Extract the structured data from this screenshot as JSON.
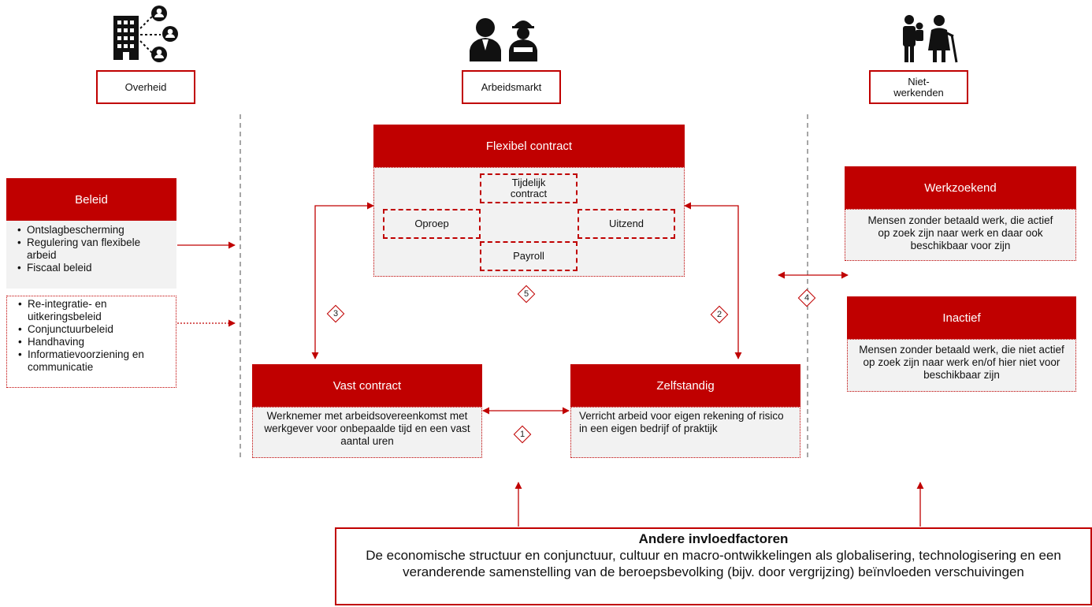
{
  "columns": {
    "overheid": "Overheid",
    "arbeidsmarkt": "Arbeidsmarkt",
    "niet_werkenden": "Niet-werkenden"
  },
  "beleid": {
    "title": "Beleid",
    "group1": [
      "Ontslagbescherming",
      "Regulering van flexibele arbeid",
      "Fiscaal beleid"
    ],
    "group2": [
      "Re-integratie- en uitkeringsbeleid",
      "Conjunctuurbeleid",
      "Handhaving",
      "Informatievoorziening en communicatie"
    ]
  },
  "flexibel": {
    "title": "Flexibel contract",
    "items": [
      "Tijdelijk contract",
      "Oproep",
      "Uitzend",
      "Payroll"
    ]
  },
  "vast": {
    "title": "Vast contract",
    "desc": "Werknemer met arbeidsovereenkomst met werkgever voor onbepaalde tijd en een vast aantal uren"
  },
  "zelfstandig": {
    "title": "Zelfstandig",
    "desc": "Verricht arbeid voor eigen rekening of risico in een eigen bedrijf of praktijk"
  },
  "werkzoekend": {
    "title": "Werkzoekend",
    "desc": "Mensen zonder betaald werk, die actief op zoek zijn naar werk en daar ook beschikbaar voor zijn"
  },
  "inactief": {
    "title": "Inactief",
    "desc": "Mensen zonder betaald werk, die niet actief op zoek zijn naar werk en/of hier niet voor beschikbaar zijn"
  },
  "markers": [
    "1",
    "2",
    "3",
    "4",
    "5"
  ],
  "andere": {
    "title": "Andere invloedfactoren",
    "desc": "De economische structuur en conjunctuur, cultuur en macro-ontwikkelingen als globalisering, technologisering en een veranderende samenstelling van de beroepsbevolking (bijv. door vergrijzing) beïnvloeden verschuivingen"
  },
  "colors": {
    "accent": "#c00000",
    "panel": "#f2f2f2",
    "divider": "#888888"
  },
  "icons": [
    "government-building-icon",
    "workers-icon",
    "family-elderly-icon"
  ]
}
